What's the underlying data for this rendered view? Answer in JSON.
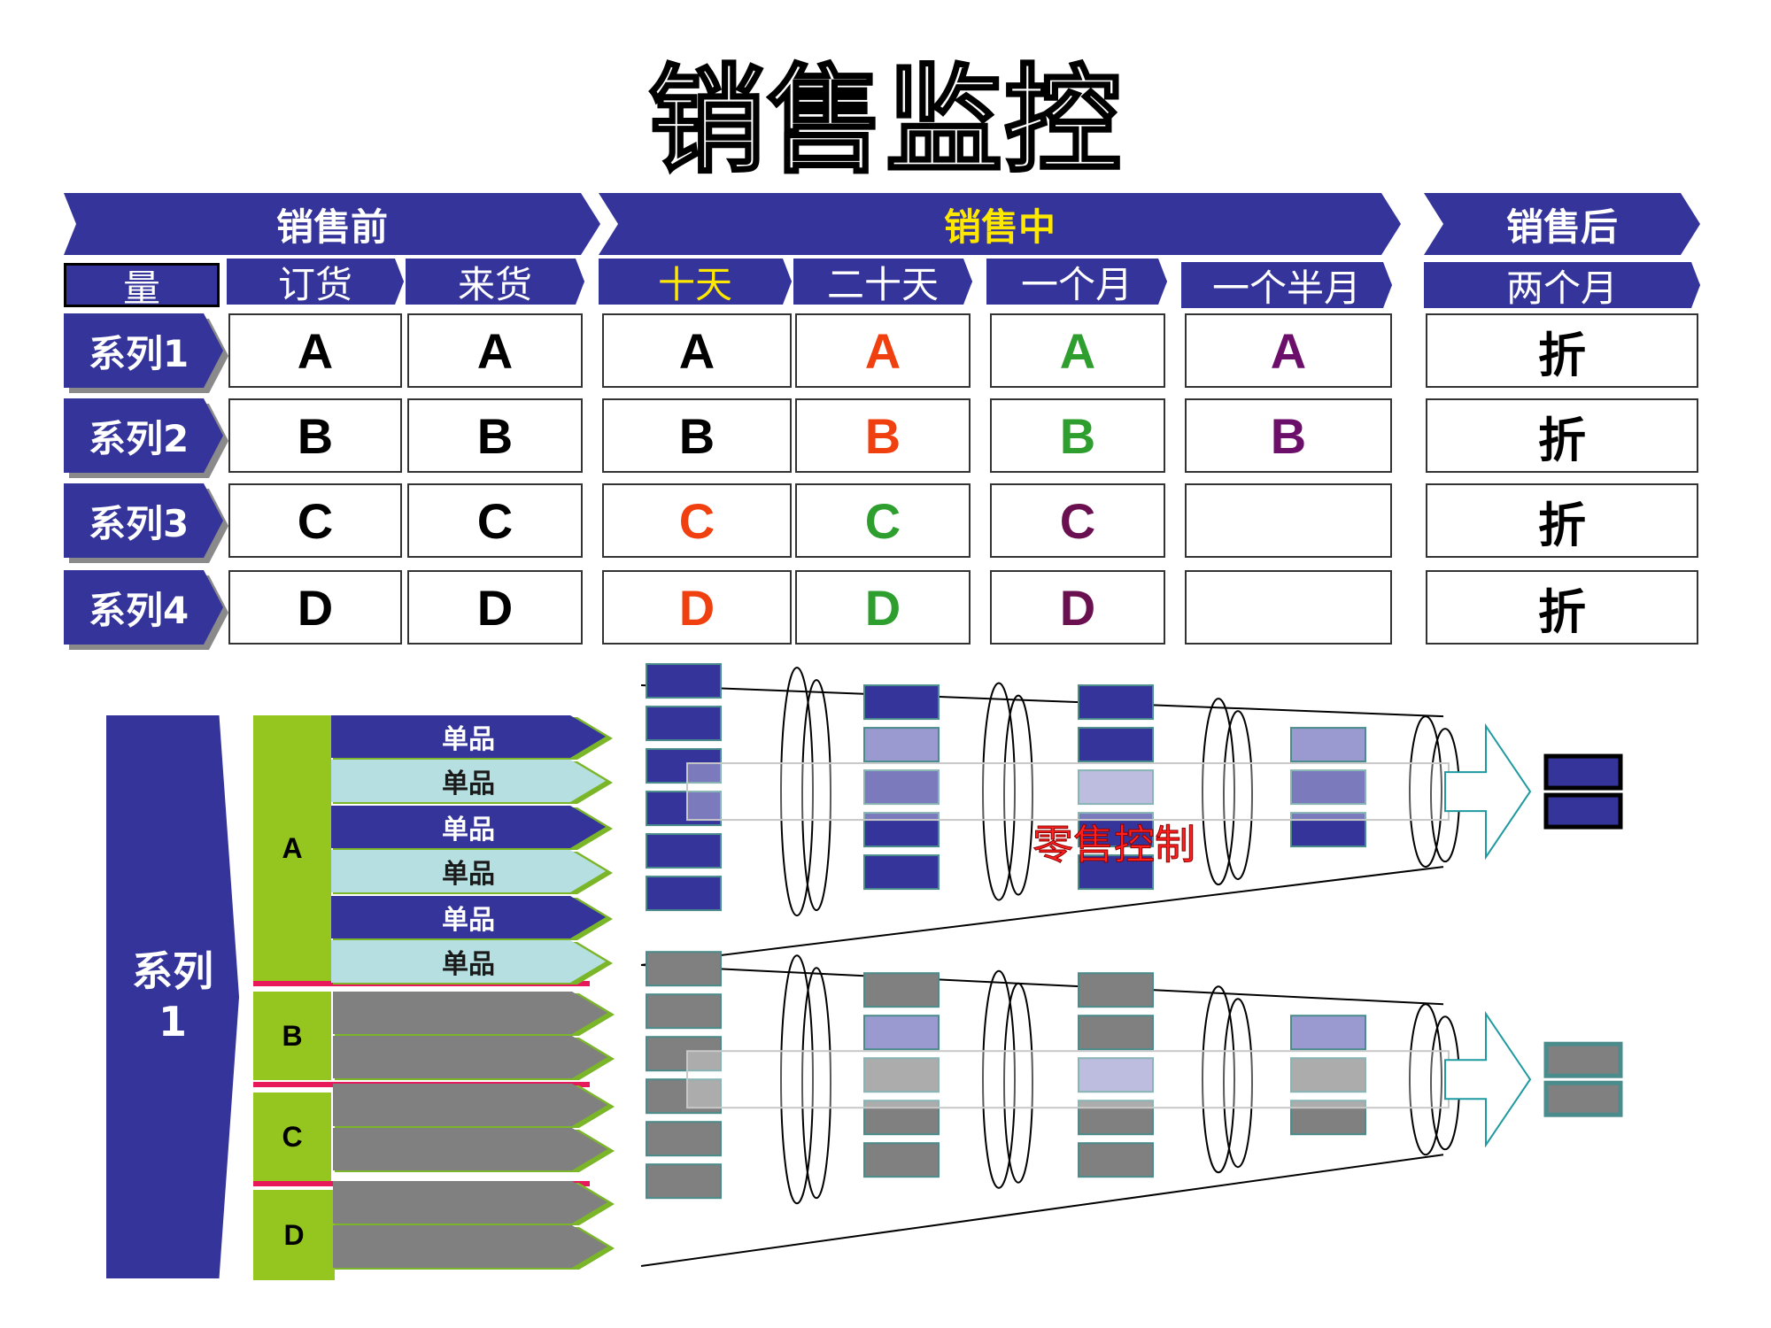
{
  "title": "销售监控",
  "phases": [
    "销售前",
    "销售中",
    "销售后"
  ],
  "sub_headers": {
    "qty": "量",
    "pre": [
      "订货",
      "来货"
    ],
    "mid": [
      "十天",
      "二十天",
      "一个月",
      "一个半月"
    ],
    "post": [
      "两个月"
    ]
  },
  "rows": [
    {
      "label": "系列1",
      "cells": [
        "A",
        "A",
        "A",
        "A",
        "A",
        "A",
        "折"
      ]
    },
    {
      "label": "系列2",
      "cells": [
        "B",
        "B",
        "B",
        "B",
        "B",
        "B",
        "折"
      ]
    },
    {
      "label": "系列3",
      "cells": [
        "C",
        "C",
        "C",
        "C",
        "C",
        "",
        "折"
      ]
    },
    {
      "label": "系列4",
      "cells": [
        "D",
        "D",
        "D",
        "D",
        "D",
        "",
        "折"
      ]
    }
  ],
  "colors": {
    "navy": "#34349a",
    "black": "#000000",
    "orange": "#f04010",
    "green": "#2e9e2e",
    "plum": "#6a1050",
    "purple": "#6b0f6b",
    "yellow": "#ffe800",
    "lime": "#95c51f",
    "pink": "#e8195b",
    "teal": "#2a9a9a"
  },
  "diagram": {
    "series_label_line1": "系列",
    "series_label_line2": "1",
    "groups": [
      "A",
      "B",
      "C",
      "D"
    ],
    "item_label": "单品",
    "item_count": 6,
    "funnel_label": "零售控制"
  }
}
